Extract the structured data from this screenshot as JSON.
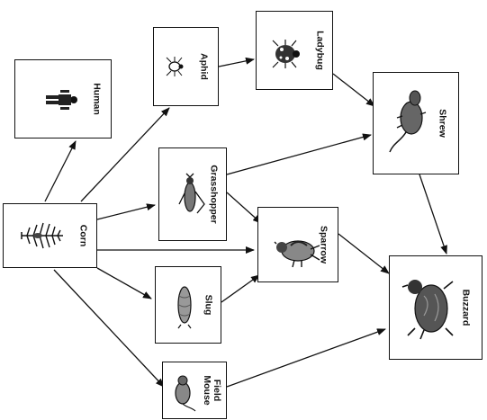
{
  "organisms": {
    "corn": "Corn",
    "human": "Human",
    "aphid": "Aphid",
    "ladybug": "Ladybug",
    "shrew": "Shrew",
    "grasshopper": "Grasshopper",
    "sparrow": "Sparrow",
    "slug": "Slug",
    "field_mouse": "Field\nMouse",
    "buzzard": "Buzzard"
  },
  "arrows": [
    {
      "from": "corn",
      "to": "human"
    },
    {
      "from": "corn",
      "to": "aphid"
    },
    {
      "from": "corn",
      "to": "grasshopper"
    },
    {
      "from": "corn",
      "to": "sparrow"
    },
    {
      "from": "corn",
      "to": "slug"
    },
    {
      "from": "corn",
      "to": "field_mouse"
    },
    {
      "from": "aphid",
      "to": "ladybug"
    },
    {
      "from": "ladybug",
      "to": "shrew"
    },
    {
      "from": "grasshopper",
      "to": "shrew"
    },
    {
      "from": "grasshopper",
      "to": "sparrow"
    },
    {
      "from": "slug",
      "to": "sparrow"
    },
    {
      "from": "sparrow",
      "to": "buzzard"
    },
    {
      "from": "shrew",
      "to": "buzzard"
    },
    {
      "from": "field_mouse",
      "to": "buzzard"
    }
  ],
  "icons": {
    "corn": "corn-plant-icon",
    "human": "human-figure-icon",
    "aphid": "aphid-icon",
    "ladybug": "ladybug-icon",
    "shrew": "shrew-icon",
    "grasshopper": "grasshopper-icon",
    "sparrow": "sparrow-icon",
    "slug": "slug-icon",
    "field_mouse": "field-mouse-icon",
    "buzzard": "buzzard-icon"
  }
}
